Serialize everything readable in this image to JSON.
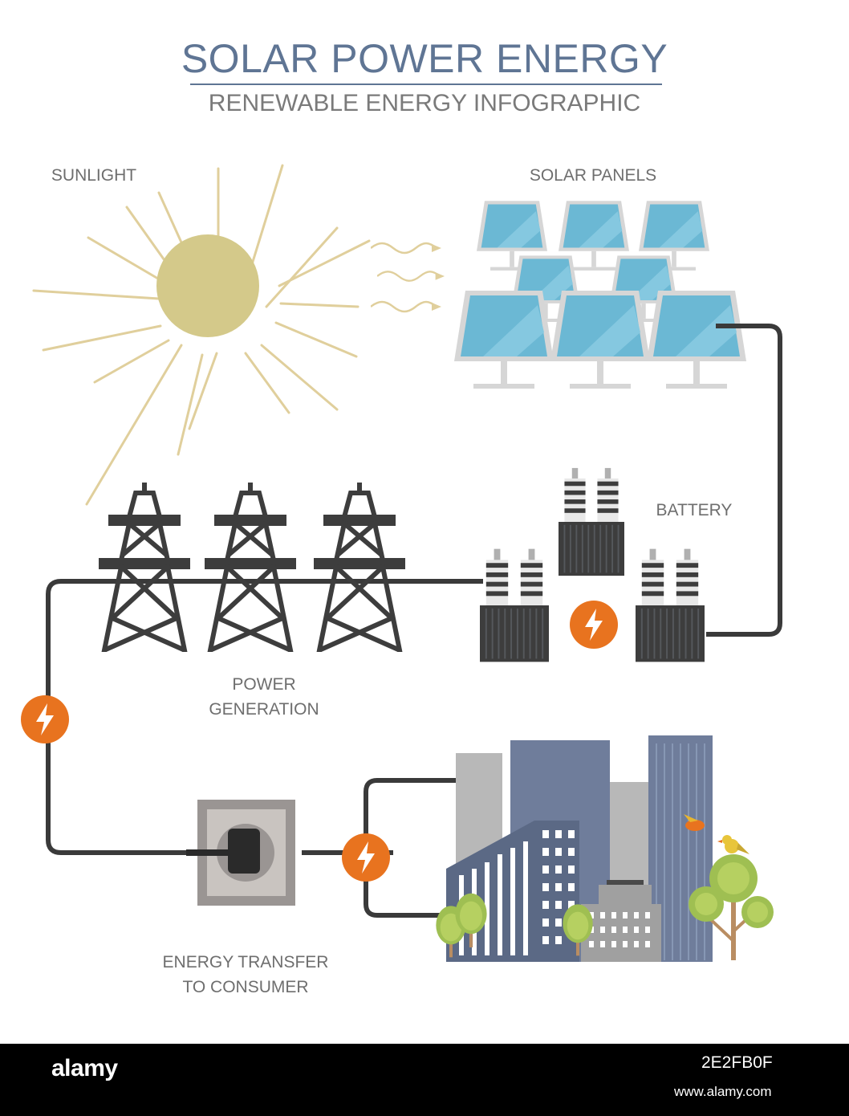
{
  "header": {
    "title": "SOLAR POWER ENERGY",
    "subtitle": "RENEWABLE ENERGY INFOGRAPHIC"
  },
  "labels": {
    "sunlight": "SUNLIGHT",
    "solar_panels": "SOLAR PANELS",
    "battery": "BATTERY",
    "power_generation_line1": "POWER",
    "power_generation_line2": "GENERATION",
    "energy_transfer_line1": "ENERGY TRANSFER",
    "energy_transfer_line2": "TO CONSUMER"
  },
  "footer": {
    "brand": "alamy",
    "image_id": "2E2FB0F",
    "url": "www.alamy.com"
  },
  "colors": {
    "title": "#5f7594",
    "sun": "#d4c98a",
    "panel": "#6bb8d4",
    "cable": "#3a3a3a",
    "bolt_badge": "#e8731f",
    "tower": "#3d3d3d"
  }
}
